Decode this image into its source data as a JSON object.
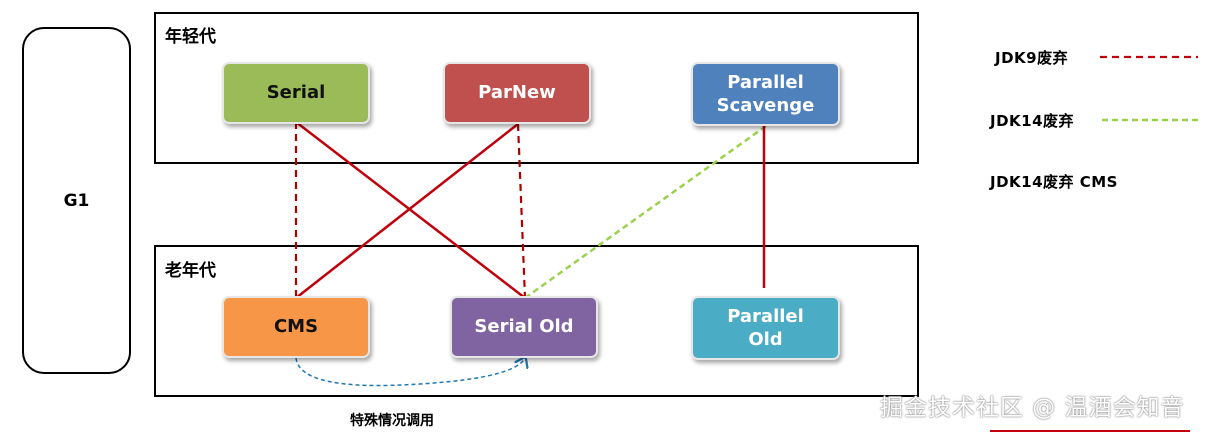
{
  "g1": {
    "label": "G1"
  },
  "young": {
    "label": "年轻代"
  },
  "old": {
    "label": "老年代"
  },
  "nodes": {
    "serial": {
      "label": "Serial",
      "color": "#9bbb59"
    },
    "parnew": {
      "label": "ParNew",
      "color": "#c0504d"
    },
    "parallel_scavenge": {
      "label": "Parallel\nScavenge",
      "color": "#4f81bd"
    },
    "cms": {
      "label": "CMS",
      "color": "#f79646"
    },
    "serial_old": {
      "label": "Serial Old",
      "color": "#8064a2"
    },
    "parallel_old": {
      "label": "Parallel\nOld",
      "color": "#4bacc6"
    }
  },
  "legend": [
    {
      "text": "JDK9废弃",
      "color": "#c0000a",
      "style": "dashed"
    },
    {
      "text": "JDK14废弃",
      "color": "#9bd14f",
      "style": "dashed"
    },
    {
      "text": "JDK14废弃 CMS",
      "color": "",
      "style": "none"
    }
  ],
  "links": [
    {
      "from": "Serial",
      "to": "CMS",
      "style": "dashed-red"
    },
    {
      "from": "Serial",
      "to": "Serial Old",
      "style": "solid-red"
    },
    {
      "from": "ParNew",
      "to": "CMS",
      "style": "solid-red"
    },
    {
      "from": "ParNew",
      "to": "Serial Old",
      "style": "dashed-red"
    },
    {
      "from": "Parallel Scavenge",
      "to": "Serial Old",
      "style": "dashed-green"
    },
    {
      "from": "Parallel Scavenge",
      "to": "Parallel Old",
      "style": "solid-red"
    },
    {
      "from": "CMS",
      "to": "Serial Old",
      "style": "dashed-blue-arrow"
    }
  ],
  "note": "特殊情况调用",
  "watermark": "掘金技术社区 @ 温酒会知音"
}
